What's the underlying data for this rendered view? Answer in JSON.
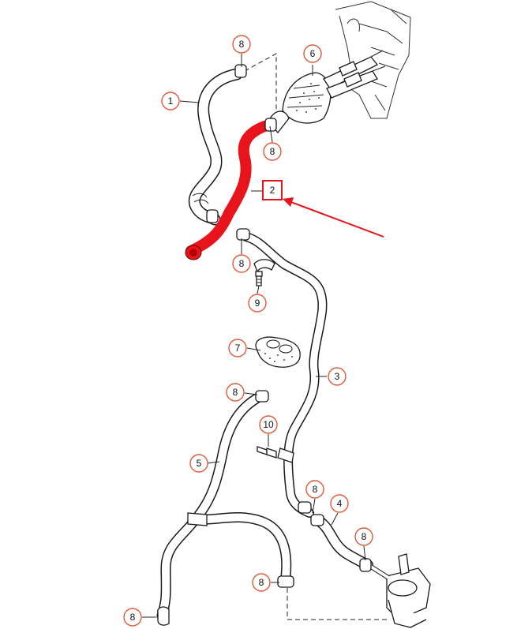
{
  "diagram": {
    "callouts": [
      {
        "id": "c1",
        "label": "1"
      },
      {
        "id": "c2",
        "label": "2"
      },
      {
        "id": "c3",
        "label": "3"
      },
      {
        "id": "c4",
        "label": "4"
      },
      {
        "id": "c5",
        "label": "5"
      },
      {
        "id": "c6",
        "label": "6"
      },
      {
        "id": "c7",
        "label": "7"
      },
      {
        "id": "c8a",
        "label": "8"
      },
      {
        "id": "c8b",
        "label": "8"
      },
      {
        "id": "c8c",
        "label": "8"
      },
      {
        "id": "c8d",
        "label": "8"
      },
      {
        "id": "c8e",
        "label": "8"
      },
      {
        "id": "c8f",
        "label": "8"
      },
      {
        "id": "c8g",
        "label": "8"
      },
      {
        "id": "c8h",
        "label": "8"
      },
      {
        "id": "c8i",
        "label": "8"
      },
      {
        "id": "c9",
        "label": "9"
      },
      {
        "id": "c10",
        "label": "10"
      }
    ],
    "colors": {
      "callout_ring": "#e05a3a",
      "highlight_hose": "#e8141c",
      "annotation_box": "#e8141c",
      "annotation_arrow": "#e8141c",
      "line_art": "#1a1a1a"
    }
  }
}
